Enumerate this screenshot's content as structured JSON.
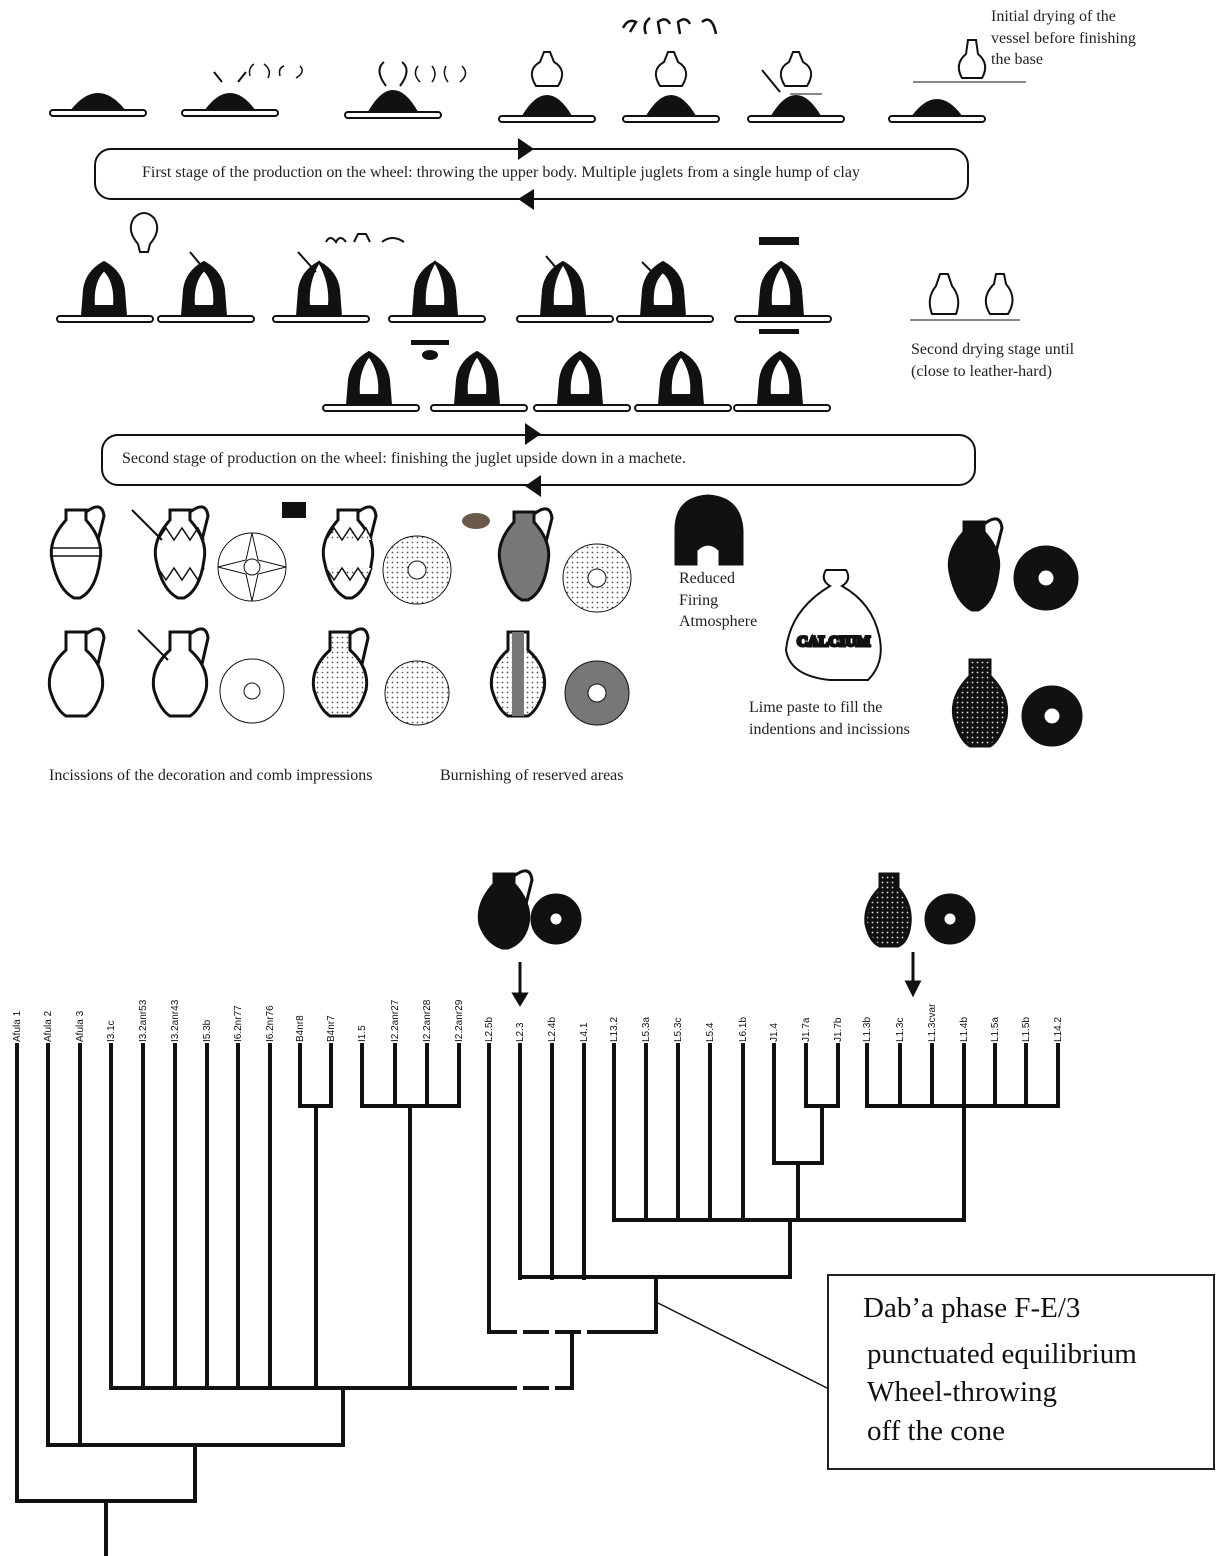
{
  "labels": {
    "initial_drying": "Initial drying of the\nvessel before finishing\nthe base",
    "stage1_banner": "First stage of the production on the wheel: throwing the upper body. Multiple juglets from a single hump of clay",
    "second_drying": "Second drying stage until\n(close to leather-hard)",
    "stage2_banner": "Second stage of production on the wheel: finishing the juglet upside down in a machete.",
    "reduced_firing": "Reduced\nFiring\nAtmosphere",
    "calcium": "CALCIUM",
    "lime_paste": "Lime paste to fill the\nindentions and incissions",
    "incisions": "Incissions of the decoration and comb impressions",
    "burnishing": "Burnishing of reserved areas"
  },
  "callout": {
    "line1": "Dab’a phase F-E/3",
    "line2": "punctuated equilibrium",
    "line3": "Wheel-throwing",
    "line4": "off the cone"
  },
  "tree": {
    "taxa": [
      "Afula 1",
      "Afula 2",
      "Afula 3",
      "I3.1c",
      "I3.2anr53",
      "I3.2anr43",
      "I5.3b",
      "I6.2nr77",
      "I6.2nr76",
      "B4nr8",
      "B4nr7",
      "I1.5",
      "I2.2anr27",
      "I2.2anr28",
      "I2.2anr29",
      "L2.5b",
      "L2.3",
      "L2.4b",
      "L4.1",
      "L13.2",
      "L5.3a",
      "L5.3c",
      "L5.4",
      "L6.1b",
      "J1.4",
      "J1.7a",
      "J1.7b",
      "L1.3b",
      "L1.3c",
      "L1.3cvar",
      "L1.4b",
      "L1.5a",
      "L1.5b",
      "L14.2"
    ]
  },
  "colors": {
    "ink": "#111111",
    "grey_fill": "#777777",
    "dot_fill": "#cfcfcf"
  }
}
